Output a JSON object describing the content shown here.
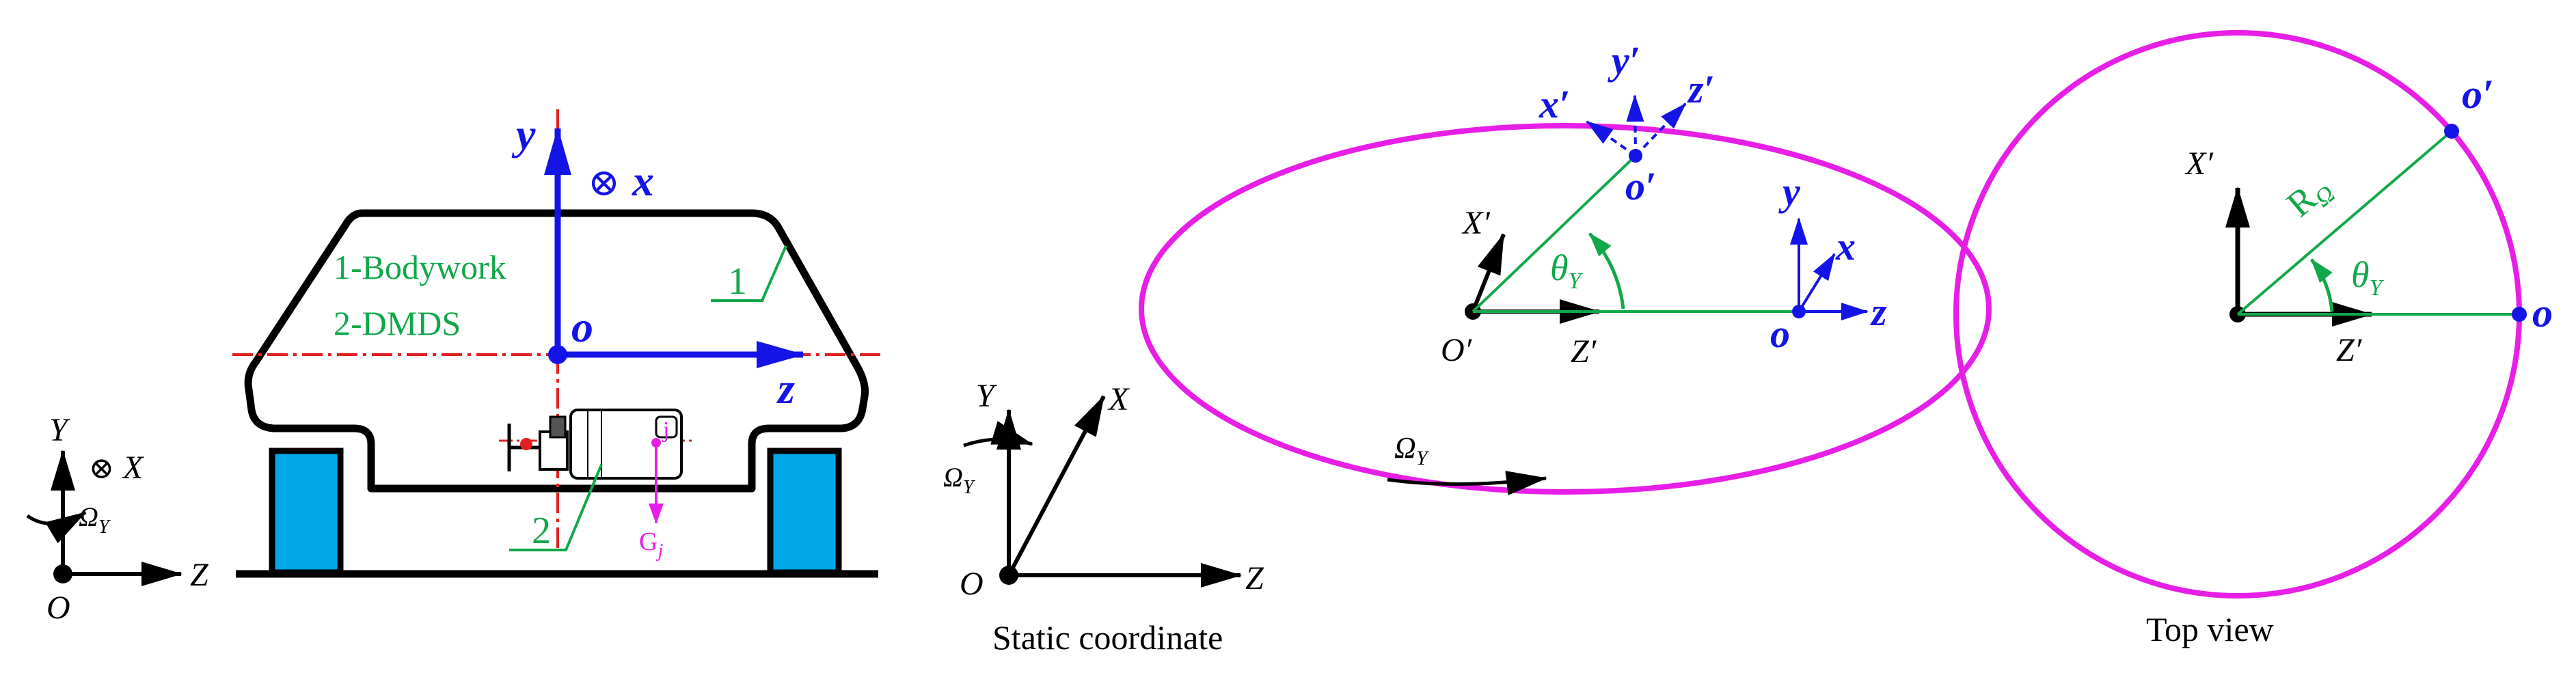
{
  "colors": {
    "black": "#000000",
    "blue": "#1414e6",
    "green": "#12a84a",
    "magenta": "#e61ee6",
    "red": "#e02020",
    "cyan": "#00a8e8",
    "body": "#ffffff"
  },
  "left_panel": {
    "legend": {
      "item1": "1-Bodywork",
      "item2": "2-DMDS"
    },
    "callout_1": "1",
    "callout_2": "2",
    "body_frame": {
      "y": "y",
      "cross": "⊗",
      "x": "x",
      "o": "o",
      "z": "z"
    },
    "ground_frame": {
      "Y": "Y",
      "cross": "⊗",
      "X": "X",
      "O": "O",
      "Z": "Z",
      "Omega": "Ω",
      "Omega_sub": "Y"
    },
    "point_j": "j",
    "gravity": {
      "G": "G",
      "sub": "j"
    }
  },
  "static_panel": {
    "Y": "Y",
    "X": "X",
    "O": "O",
    "Z": "Z",
    "Omega": "Ω",
    "Omega_sub": "Y",
    "caption": "Static coordinate"
  },
  "orbit_panel": {
    "x_prime": "x′",
    "y_prime": "y′",
    "z_prime": "z′",
    "o_prime": "o′",
    "X_prime": "X′",
    "O_prime": "O′",
    "Z_prime": "Z′",
    "theta": "θ",
    "theta_sub": "Y",
    "y": "y",
    "x": "x",
    "z": "z",
    "o": "o",
    "Omega": "Ω",
    "Omega_sub": "Y"
  },
  "top_panel": {
    "X_prime": "X′",
    "Z_prime": "Z′",
    "o_prime": "o′",
    "o": "o",
    "R": "R",
    "R_sub": "Ω",
    "theta": "θ",
    "theta_sub": "Y",
    "caption": "Top view"
  }
}
